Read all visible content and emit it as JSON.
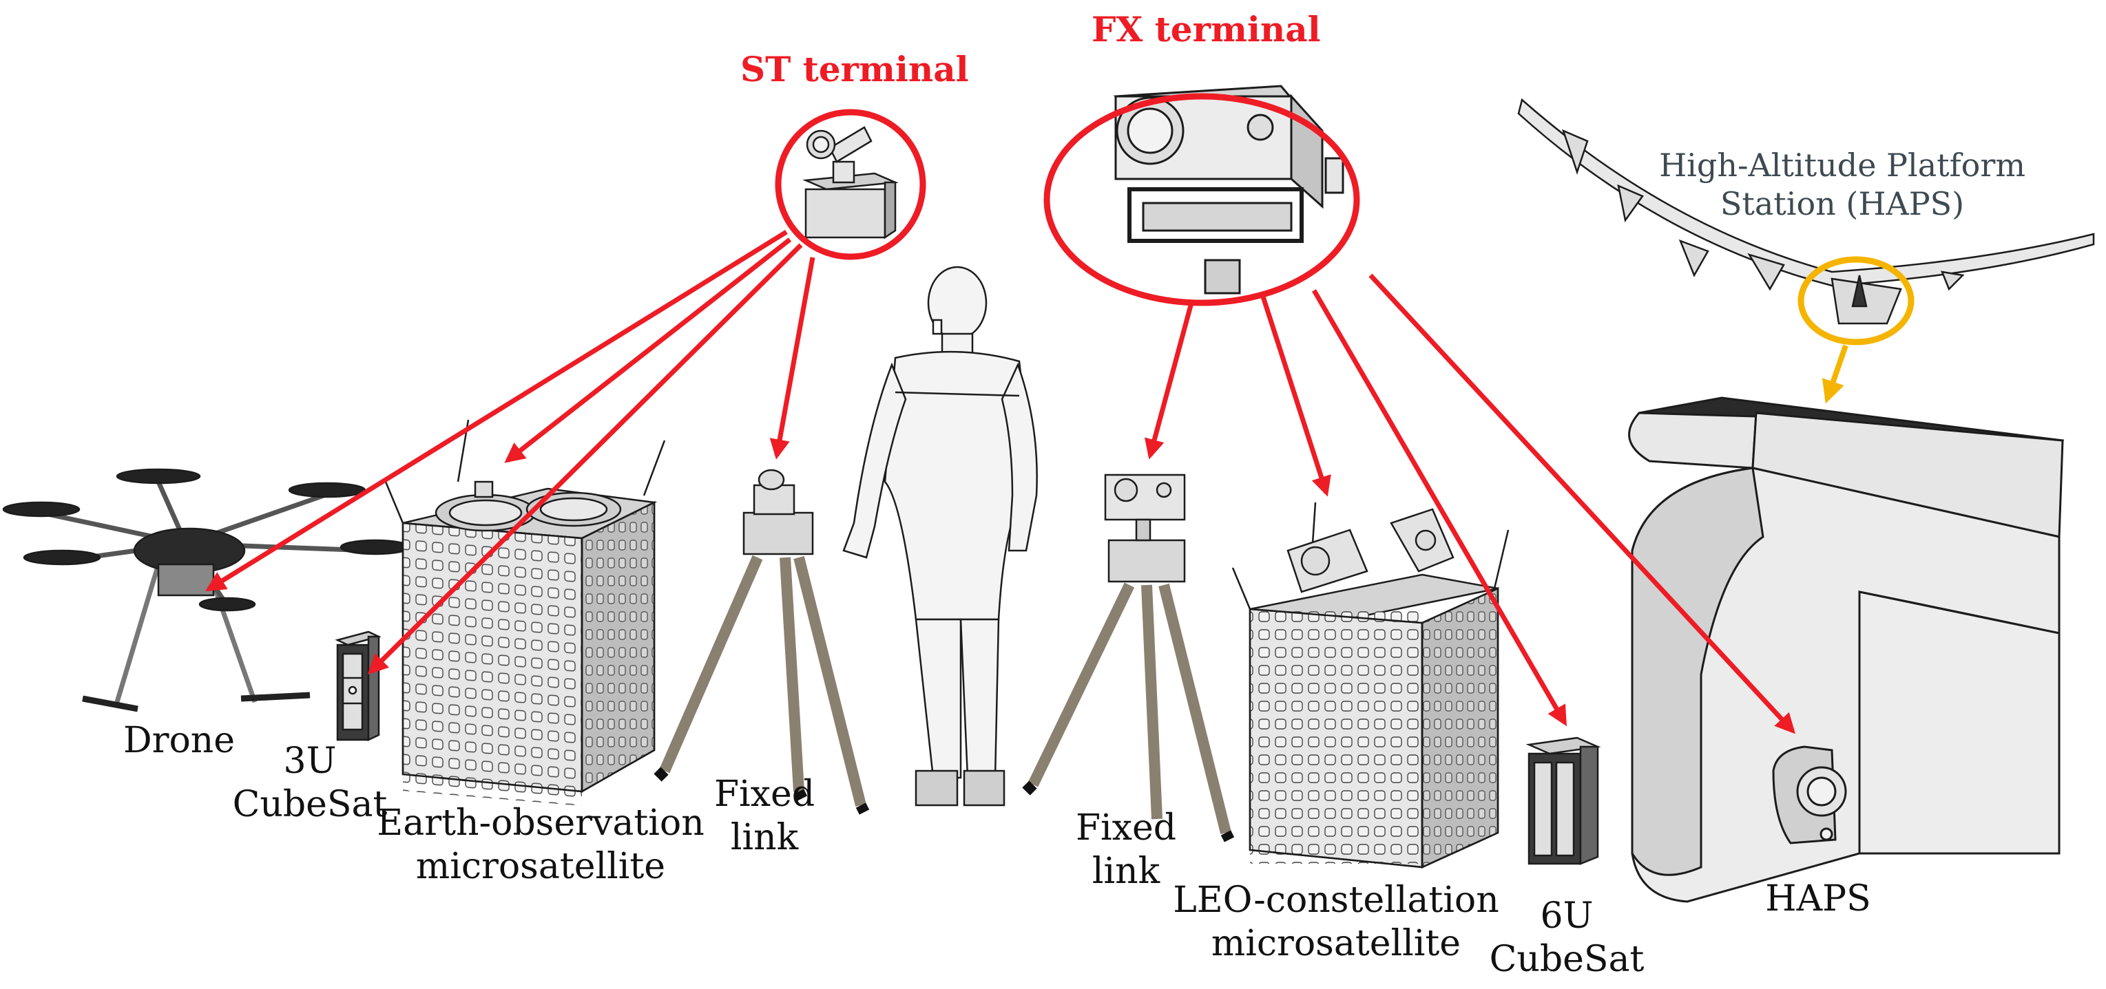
{
  "terminals": {
    "st": "ST terminal",
    "fx": "FX terminal"
  },
  "labels": {
    "haps_platform": [
      "High-Altitude Platform",
      "Station (HAPS)"
    ],
    "drone": "Drone",
    "cubesat_3u": [
      "3U",
      "CubeSat"
    ],
    "eo_microsat": [
      "Earth-observation",
      "microsatellite"
    ],
    "fixed_link_st": [
      "Fixed",
      "link"
    ],
    "fixed_link_fx": [
      "Fixed",
      "link"
    ],
    "leo_microsat": [
      "LEO-constellation",
      "microsatellite"
    ],
    "cubesat_6u": [
      "6U",
      "CubeSat"
    ],
    "haps": "HAPS"
  },
  "colors": {
    "link_arrow": "#ee1c25",
    "haps_highlight": "#f5b400",
    "body_fill": "#e4e4e4",
    "outline": "#1c1c1c"
  }
}
